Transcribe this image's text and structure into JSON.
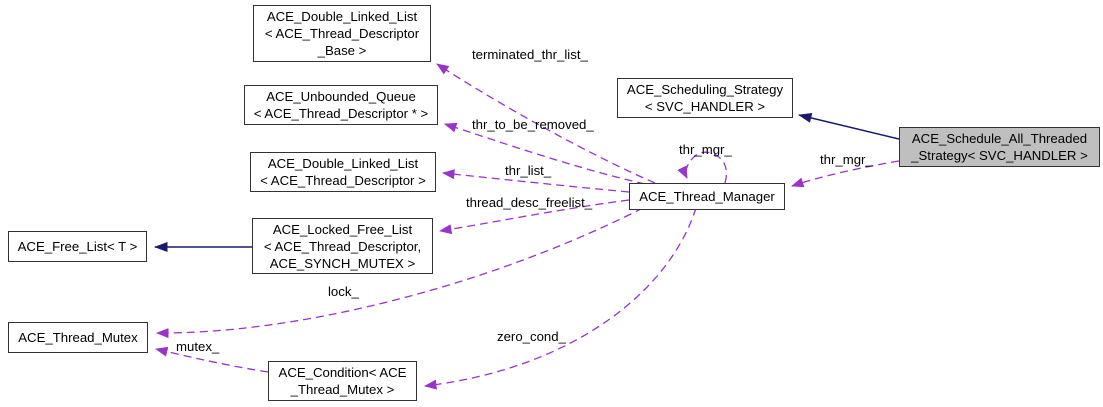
{
  "diagram": {
    "kind": "collaboration-diagram",
    "colors": {
      "background": "#ffffff",
      "node_border": "#323232",
      "node_fill": "#ffffff",
      "highlight_node_fill": "#bfbfbf",
      "text": "#000000",
      "usage_edge": "#9a32cd",
      "inheritance_edge": "#191970"
    },
    "nodes": [
      {
        "id": "ace-double-linked-list-base",
        "label": "ACE_Double_Linked_List\n< ACE_Thread_Descriptor\n_Base >"
      },
      {
        "id": "ace-unbounded-queue",
        "label": "ACE_Unbounded_Queue\n< ACE_Thread_Descriptor * >"
      },
      {
        "id": "ace-double-linked-list",
        "label": "ACE_Double_Linked_List\n< ACE_Thread_Descriptor >"
      },
      {
        "id": "ace-locked-free-list",
        "label": "ACE_Locked_Free_List\n< ACE_Thread_Descriptor,\nACE_SYNCH_MUTEX >"
      },
      {
        "id": "ace-free-list",
        "label": "ACE_Free_List< T >"
      },
      {
        "id": "ace-thread-mutex",
        "label": "ACE_Thread_Mutex"
      },
      {
        "id": "ace-condition",
        "label": "ACE_Condition< ACE\n_Thread_Mutex >"
      },
      {
        "id": "ace-thread-manager",
        "label": "ACE_Thread_Manager"
      },
      {
        "id": "ace-scheduling-strategy",
        "label": "ACE_Scheduling_Strategy\n< SVC_HANDLER >"
      },
      {
        "id": "ace-schedule-all-threaded-strategy",
        "label": "ACE_Schedule_All_Threaded\n_Strategy< SVC_HANDLER >",
        "highlighted": true
      }
    ],
    "edges": [
      {
        "label": "terminated_thr_list_",
        "from": "ace-thread-manager",
        "to": "ace-double-linked-list-base",
        "style": "dashed"
      },
      {
        "label": "thr_to_be_removed_",
        "from": "ace-thread-manager",
        "to": "ace-unbounded-queue",
        "style": "dashed"
      },
      {
        "label": "thr_list_",
        "from": "ace-thread-manager",
        "to": "ace-double-linked-list",
        "style": "dashed"
      },
      {
        "label": "thread_desc_freelist_",
        "from": "ace-thread-manager",
        "to": "ace-locked-free-list",
        "style": "dashed"
      },
      {
        "label": "lock_",
        "from": "ace-thread-manager",
        "to": "ace-thread-mutex",
        "style": "dashed"
      },
      {
        "label": "zero_cond_",
        "from": "ace-thread-manager",
        "to": "ace-condition",
        "style": "dashed"
      },
      {
        "label": "mutex_",
        "from": "ace-condition",
        "to": "ace-thread-mutex",
        "style": "dashed"
      },
      {
        "label": "thr_mgr_",
        "from": "ace-thread-manager",
        "to": "ace-thread-manager",
        "style": "dashed-self-loop"
      },
      {
        "label": "thr_mgr_",
        "from": "ace-schedule-all-threaded-strategy",
        "to": "ace-thread-manager",
        "style": "dashed"
      },
      {
        "label": "",
        "from": "ace-schedule-all-threaded-strategy",
        "to": "ace-scheduling-strategy",
        "style": "solid-inheritance"
      },
      {
        "label": "",
        "from": "ace-locked-free-list",
        "to": "ace-free-list",
        "style": "solid-inheritance"
      }
    ]
  }
}
